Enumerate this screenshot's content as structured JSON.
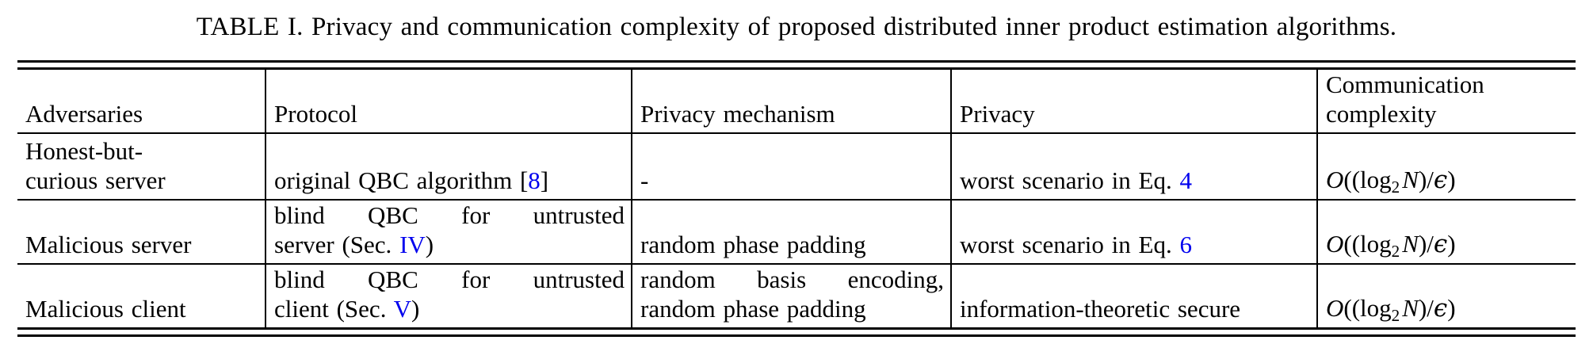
{
  "caption": {
    "text": "TABLE I. Privacy and communication complexity of proposed distributed inner product estimation algorithms."
  },
  "header": {
    "adversaries": "Adversaries",
    "protocol": "Protocol",
    "privacy_mechanism": "Privacy mechanism",
    "privacy": "Privacy",
    "communication_line1": "Communication",
    "communication_line2": "complexity"
  },
  "math": {
    "O": "O",
    "open": "((log",
    "sub": "2",
    "N": "N",
    "mid": ")/",
    "epsilon": "ϵ",
    "close": ")"
  },
  "rows": [
    {
      "adversaries": {
        "line1": "Honest-but-",
        "line2": "curious server"
      },
      "protocol": {
        "pre": "original QBC algorithm [",
        "ref": "8",
        "post": "]"
      },
      "privacy_mechanism": "-",
      "privacy": {
        "pre": "worst scenario in Eq. ",
        "ref": "4",
        "post": ""
      }
    },
    {
      "adversaries": "Malicious server",
      "protocol": {
        "line1": "blind QBC for untrusted",
        "pre": "server (Sec. ",
        "ref": "IV",
        "post": ")"
      },
      "privacy_mechanism": "random phase padding",
      "privacy": {
        "pre": "worst scenario in Eq. ",
        "ref": "6",
        "post": ""
      }
    },
    {
      "adversaries": "Malicious client",
      "protocol": {
        "line1": "blind QBC for untrusted",
        "pre": "client (Sec. ",
        "ref": "V",
        "post": ")"
      },
      "privacy_mechanism": {
        "line1": "random basis encoding,",
        "line2": "random phase padding"
      },
      "privacy": "information-theoretic secure"
    }
  ],
  "colors": {
    "link": "#0000EE",
    "text": "#000000",
    "rule": "#000000"
  }
}
